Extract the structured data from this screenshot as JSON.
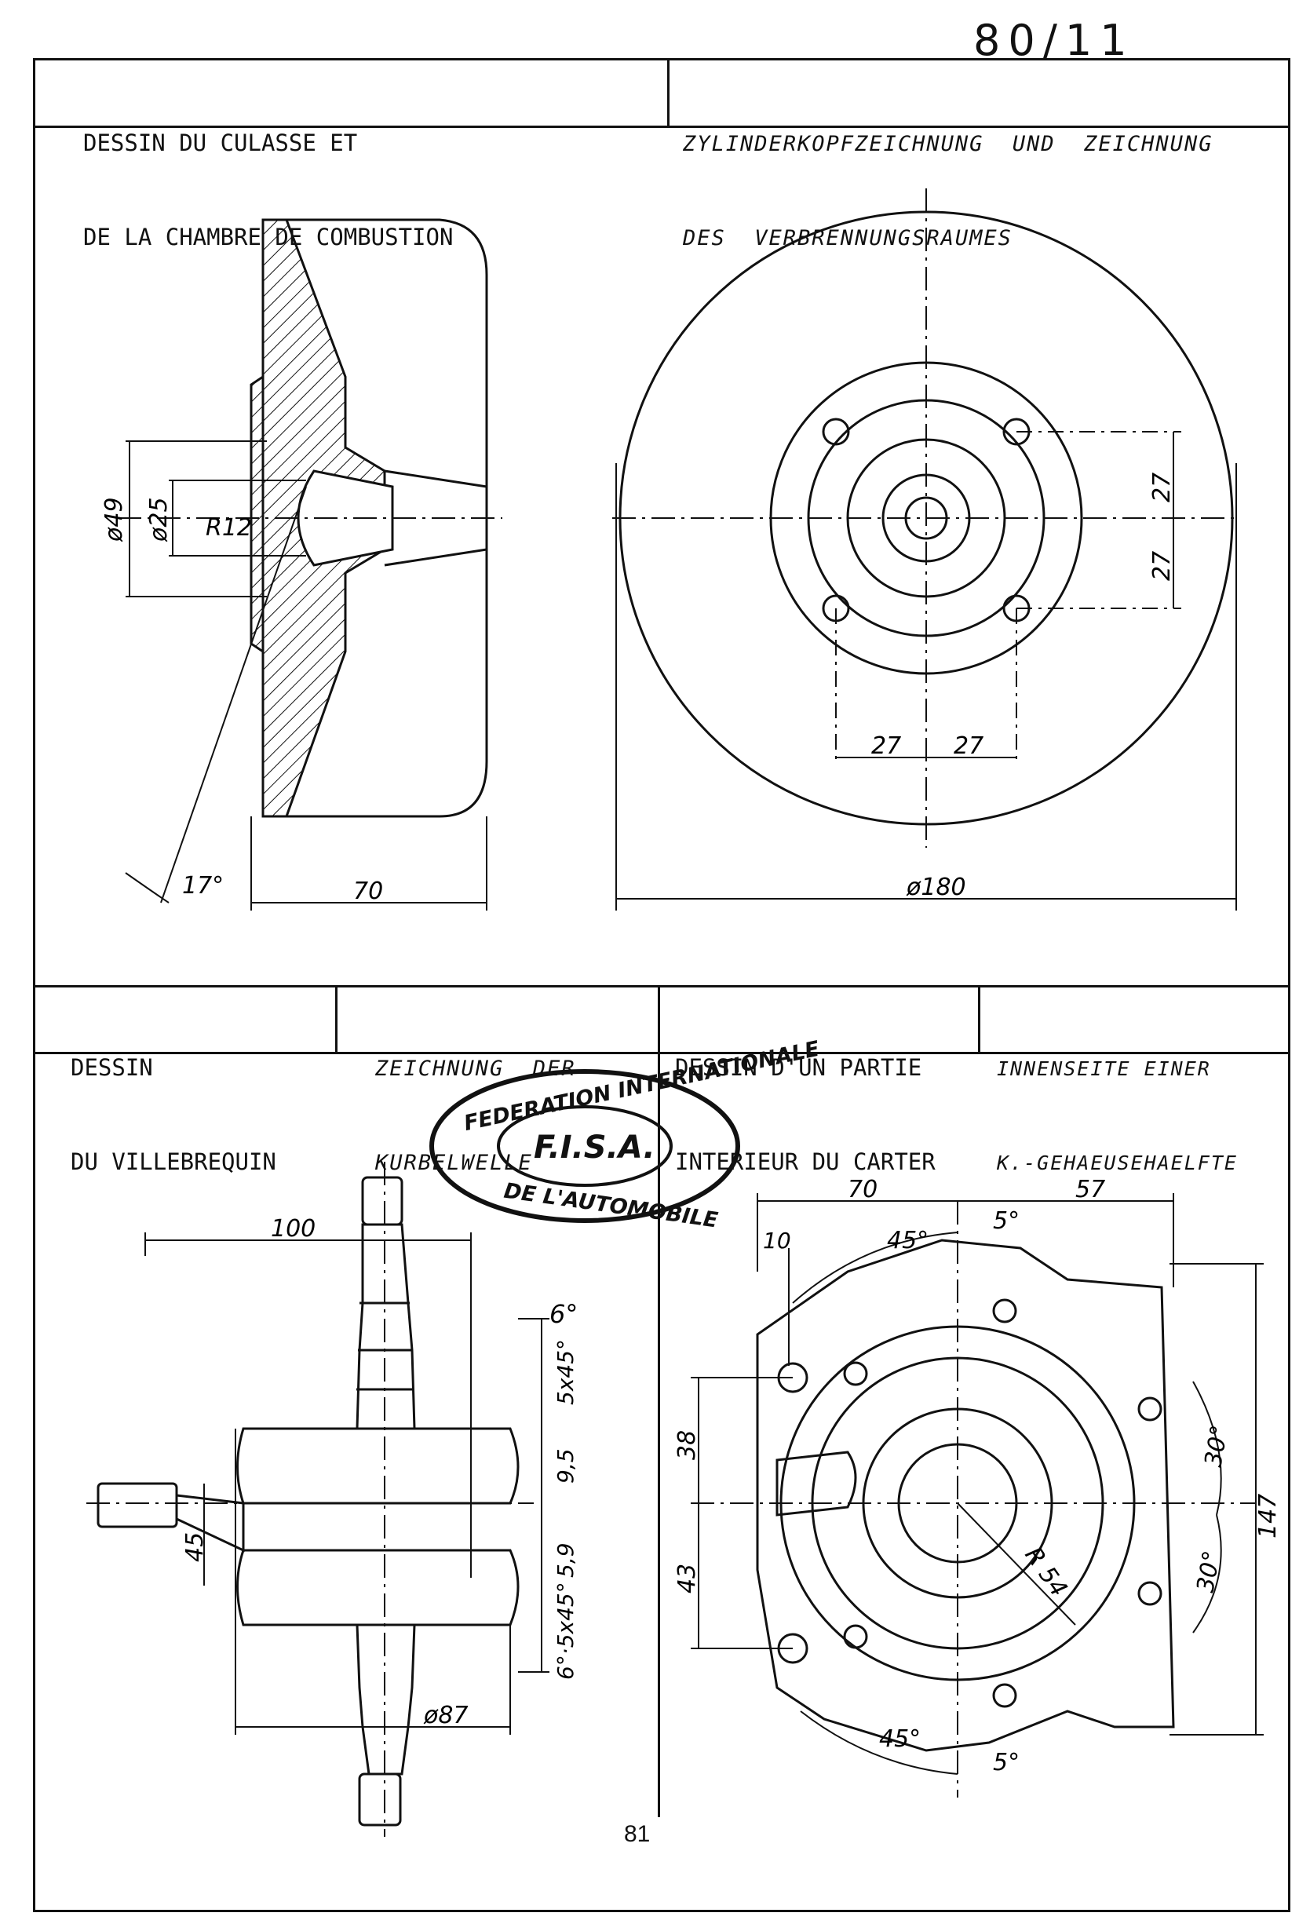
{
  "page_number": "80/11",
  "footer_page": "81",
  "headers": {
    "top_left": [
      "DESSIN DU CULASSE ET",
      "DE LA CHAMBRE DE COMBUSTION"
    ],
    "top_right": [
      "ZYLINDERKOPFZEICHNUNG  UND  ZEICHNUNG",
      "DES  VERBRENNUNGSRAUMES"
    ],
    "bottom_1": [
      "DESSIN",
      "DU VILLEBREQUIN"
    ],
    "bottom_2": [
      "ZEICHNUNG  DER",
      "KURBELWELLE"
    ],
    "bottom_3": [
      "DESSIN D'UN PARTIE",
      "INTERIEUR DU CARTER"
    ],
    "bottom_4": [
      "INNENSEITE EINER",
      "K.-GEHAEUSEHAELFTE"
    ]
  },
  "stamp": {
    "outer_top": "FEDERATION INTERNATIONALE",
    "outer_bottom": "DE L'AUTOMOBILE",
    "center": "F.I.S.A."
  },
  "dimensions": {
    "head_section": {
      "d49": "ø49",
      "d25": "ø25",
      "r12": "R12",
      "angle": "17°",
      "length": "70"
    },
    "head_plan": {
      "d180": "ø180",
      "v1": "27",
      "v2": "27",
      "h1": "27",
      "h2": "27"
    },
    "crankshaft": {
      "len": "100",
      "a1": "6°",
      "t1": "5x45°",
      "w1": "9,5",
      "d45": "45",
      "w2": "5,9",
      "t2": "6°·5x45°",
      "d87": "ø87"
    },
    "carter": {
      "w70": "70",
      "w57": "57",
      "w10": "10",
      "a45t": "45°",
      "a5t": "5°",
      "h38": "38",
      "h43": "43",
      "h147": "147",
      "a30t": "30°",
      "a30b": "30°",
      "r54": "R 54",
      "a45b": "45°",
      "a5b": "5°"
    }
  }
}
